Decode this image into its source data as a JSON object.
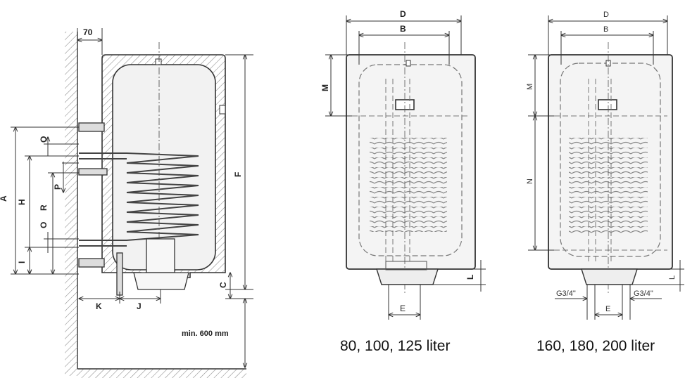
{
  "side_view": {
    "dim_labels": {
      "wall_gap": "70",
      "A": "A",
      "H": "H",
      "R": "R",
      "I": "I",
      "O_top": "O",
      "P": "P",
      "O_bottom": "O",
      "F": "F",
      "C": "C",
      "K": "K",
      "J": "J",
      "floor_gap": "min. 600 mm"
    }
  },
  "front_small": {
    "dim_labels": {
      "D": "D",
      "B": "B",
      "M": "M",
      "L": "L",
      "E": "E"
    },
    "caption": "80, 100, 125 liter"
  },
  "front_large": {
    "dim_labels": {
      "D": "D",
      "B": "B",
      "M": "M",
      "N": "N",
      "L": "L",
      "E": "E",
      "thread_left": "G3/4\"",
      "thread_right": "G3/4\""
    },
    "caption": "160, 180, 200 liter"
  },
  "colors": {
    "line": "#3a3a3a",
    "tank_fill": "#efefef",
    "coil": "#9a9a9a"
  }
}
